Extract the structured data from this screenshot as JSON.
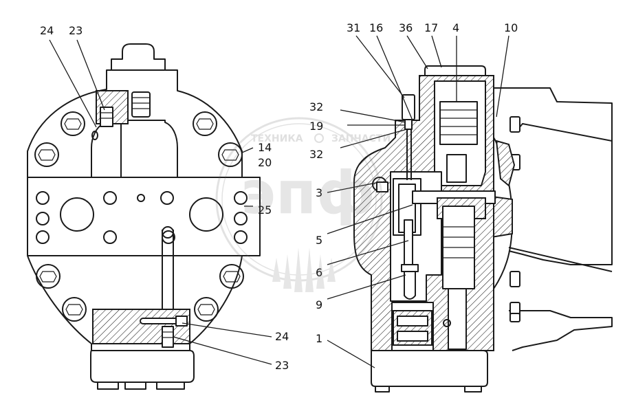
{
  "callouts": {
    "left": [
      {
        "id": "l24a",
        "text": "24"
      },
      {
        "id": "l23a",
        "text": "23"
      },
      {
        "id": "l24b",
        "text": "24"
      },
      {
        "id": "l23b",
        "text": "23"
      }
    ],
    "center": [
      {
        "id": "c14",
        "text": "14"
      },
      {
        "id": "c20",
        "text": "20"
      },
      {
        "id": "c25",
        "text": "25"
      },
      {
        "id": "c32a",
        "text": "32"
      },
      {
        "id": "c19",
        "text": "19"
      },
      {
        "id": "c32b",
        "text": "32"
      },
      {
        "id": "c3",
        "text": "3"
      },
      {
        "id": "c5",
        "text": "5"
      },
      {
        "id": "c6",
        "text": "6"
      },
      {
        "id": "c9",
        "text": "9"
      },
      {
        "id": "c1",
        "text": "1"
      }
    ],
    "right": [
      {
        "id": "r31",
        "text": "31"
      },
      {
        "id": "r16",
        "text": "16"
      },
      {
        "id": "r36",
        "text": "36"
      },
      {
        "id": "r17",
        "text": "17"
      },
      {
        "id": "r4",
        "text": "4"
      },
      {
        "id": "r10",
        "text": "10"
      }
    ]
  },
  "watermark": {
    "brand_line1": "ТЕХНИКА",
    "brand_line2": "ЗАПЧАСТИ",
    "logo_text": "эпф"
  }
}
